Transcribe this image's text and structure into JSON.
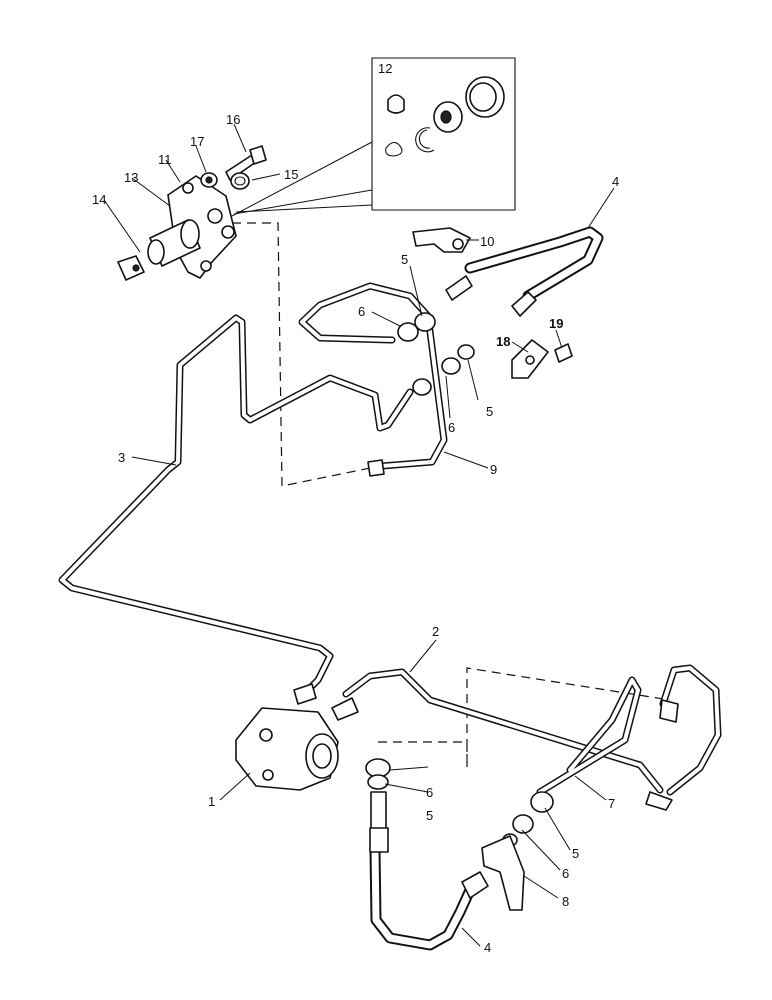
{
  "diagram": {
    "type": "exploded-parts-diagram",
    "labels": {
      "l1": "1",
      "l2": "2",
      "l3": "3",
      "l4a": "4",
      "l4b": "4",
      "l5a": "5",
      "l5b": "5",
      "l5c": "5",
      "l5d": "5",
      "l6a": "6",
      "l6b": "6",
      "l6c": "6",
      "l6d": "6",
      "l7": "7",
      "l8": "8",
      "l9": "9",
      "l10": "10",
      "l11": "11",
      "l12": "12",
      "l13": "13",
      "l14": "14",
      "l15": "15",
      "l16": "16",
      "l17": "17",
      "l18": "18",
      "l19": "19"
    }
  }
}
